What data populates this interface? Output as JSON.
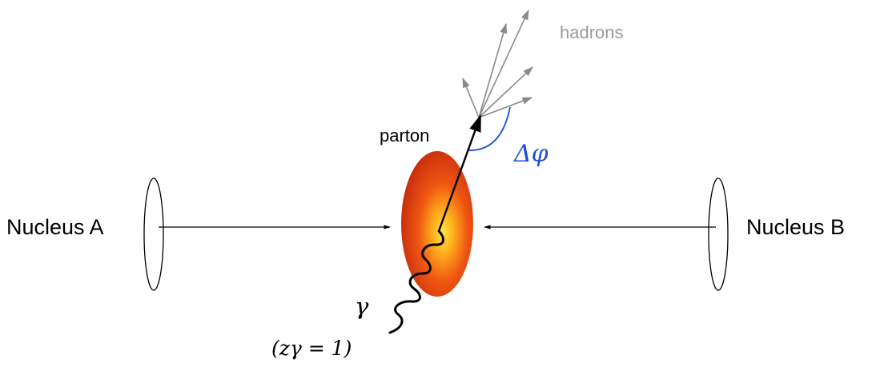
{
  "labels": {
    "nucleus_a": "Nucleus A",
    "nucleus_b": "Nucleus B",
    "parton": "parton",
    "hadrons": "hadrons",
    "delta_phi": "Δφ",
    "gamma": "γ",
    "z_gamma": "(zγ = 1)"
  },
  "colors": {
    "line": "#000000",
    "hadron_arrows": "#8a8a8a",
    "hadrons_text": "#9a9a9a",
    "angle": "#1f4fd6",
    "blob_core": "#ffe24a",
    "blob_mid": "#ff8a10",
    "blob_outer": "#c42a0c"
  }
}
